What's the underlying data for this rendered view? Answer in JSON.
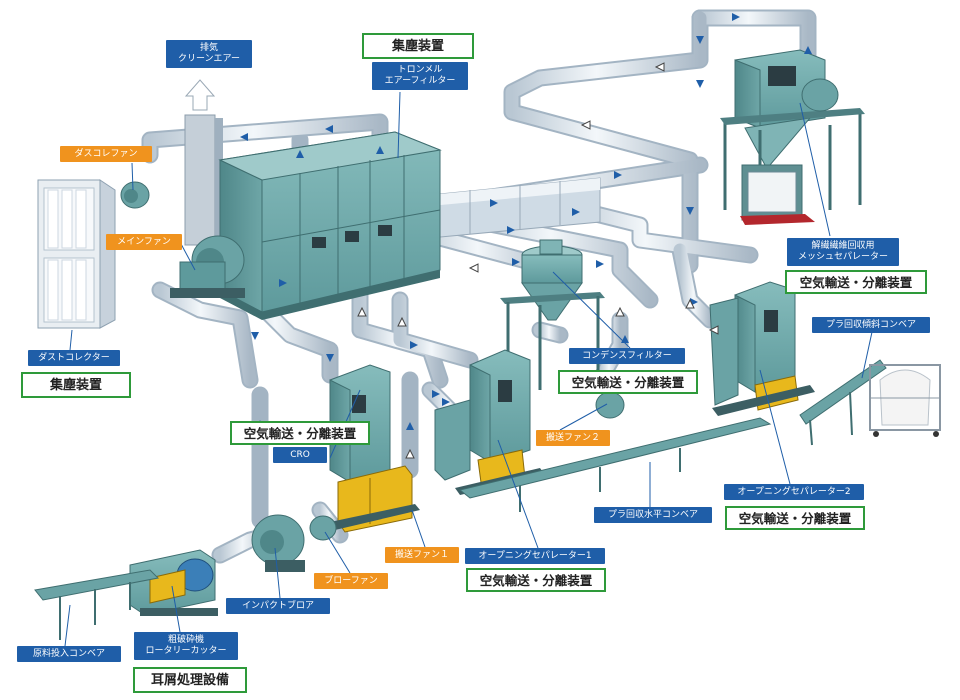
{
  "labels": {
    "exhaust": [
      "排気",
      "クリーンエアー"
    ],
    "dust_collect_main": "集塵装置",
    "trommel": [
      "トロンメル",
      "エアーフィルター"
    ],
    "dust_fan": "ダスコレファン",
    "main_fan": "メインファン",
    "dust_collector": "ダストコレクター",
    "dust_collect_left": "集塵装置",
    "fiber_separator": [
      "解繊繊維回収用",
      "メッシュセパレーター"
    ],
    "air_sep_right": "空気輸送・分離装置",
    "incline_conveyor": "プラ回収傾斜コンベア",
    "condense_filter": "コンデンスフィルター",
    "air_sep_center": "空気輸送・分離装置",
    "carry_fan_2": "搬送ファン２",
    "air_sep_cro": "空気輸送・分離装置",
    "cro": "CRO",
    "horizontal_conveyor": "プラ回収水平コンベア",
    "opening_sep_2": "オープニングセパレーター2",
    "air_sep_os2": "空気輸送・分離装置",
    "carry_fan_1": "搬送ファン１",
    "blow_fan": "ブローファン",
    "opening_sep_1": "オープニングセパレーター1",
    "air_sep_os1": "空気輸送・分離装置",
    "impact_blower": "インパクトブロア",
    "coarse_crusher": [
      "粗破砕機",
      "ロータリーカッター"
    ],
    "feed_conveyor": "原料投入コンベア",
    "edge_processing": "耳屑処理設備"
  },
  "colors": {
    "label_blue": "#1f5ea8",
    "label_orange": "#f0931e",
    "label_green_border": "#2e9a3a",
    "machine_teal": "#6fa8a8",
    "pipe": "#d6e2ec",
    "hopper_yellow": "#e8b81c",
    "flow_arrow_blue": "#1f5ea8"
  }
}
